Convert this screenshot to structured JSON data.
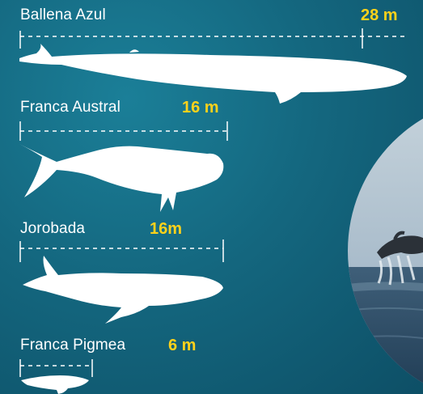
{
  "colors": {
    "name_text": "#ffffff",
    "size_text": "#ffd21a",
    "whale_fill": "#ffffff",
    "background": "#14677f"
  },
  "whales": [
    {
      "name": "Ballena Azul",
      "length": "28 m",
      "icon": "blue-whale-silhouette"
    },
    {
      "name": "Franca Austral",
      "length": "16 m",
      "icon": "southern-right-whale-silhouette"
    },
    {
      "name": "Jorobada",
      "length": "16m",
      "icon": "humpback-whale-silhouette"
    },
    {
      "name": "Franca Pigmea",
      "length": "6 m",
      "icon": "pygmy-right-whale-silhouette"
    }
  ],
  "photo": {
    "icon": "breaching-whale-photo"
  }
}
